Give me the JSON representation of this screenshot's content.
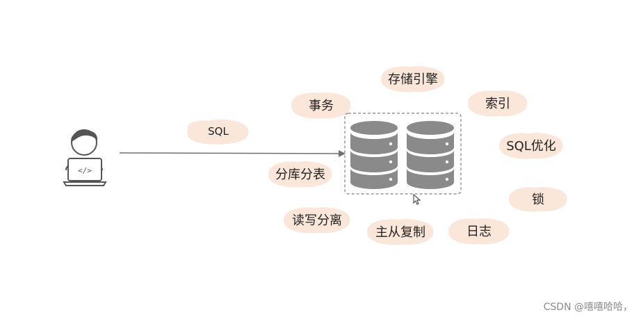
{
  "client": {
    "icon": "developer-laptop-icon",
    "laptop_symbol": "</>"
  },
  "arrow": {
    "label": "SQL"
  },
  "database": {
    "icon": "database-servers-icon"
  },
  "topics": [
    {
      "id": "storage-engine",
      "label": "存储引擎"
    },
    {
      "id": "transaction",
      "label": "事务"
    },
    {
      "id": "index",
      "label": "索引"
    },
    {
      "id": "sql-optimization",
      "label": "SQL优化"
    },
    {
      "id": "sharding",
      "label": "分库分表"
    },
    {
      "id": "lock",
      "label": "锁"
    },
    {
      "id": "read-write-splitting",
      "label": "读写分离"
    },
    {
      "id": "master-slave-replication",
      "label": "主从复制"
    },
    {
      "id": "log",
      "label": "日志"
    }
  ],
  "watermark": "CSDN @嘻嘻哈哈，",
  "colors": {
    "bubble_fill": "#fbe6da",
    "db_fill": "#8a8a8a",
    "line": "#707070",
    "text": "#222222"
  }
}
